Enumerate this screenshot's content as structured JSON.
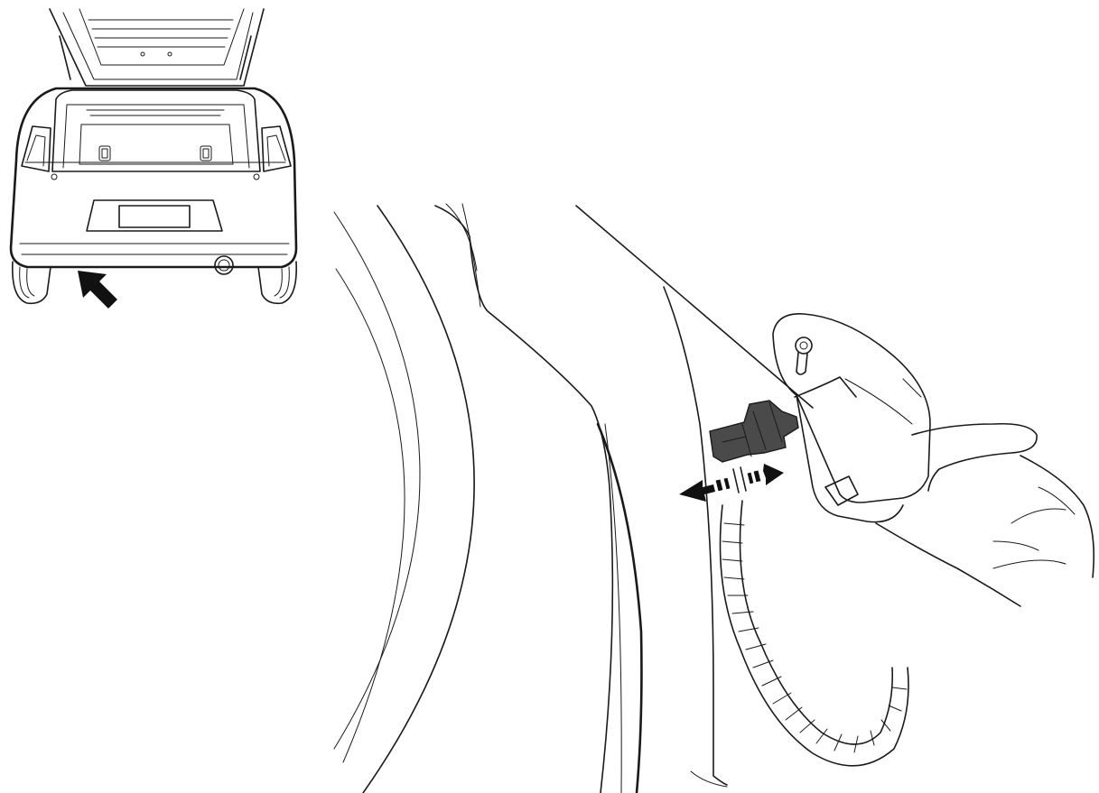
{
  "illustration": {
    "kind": "service-manual-line-drawing",
    "inset_view": "car-rear-view",
    "detail_view": "rear-wheel-arch-connector",
    "action": "disconnect-connector",
    "arrow_icon": "locator-arrow-icon",
    "direction_icon": "double-headed-arrow-icon",
    "colors": {
      "line": "#1a1a1a",
      "connector": "#4a4a4a",
      "arrow": "#111111",
      "background": "#ffffff"
    }
  }
}
